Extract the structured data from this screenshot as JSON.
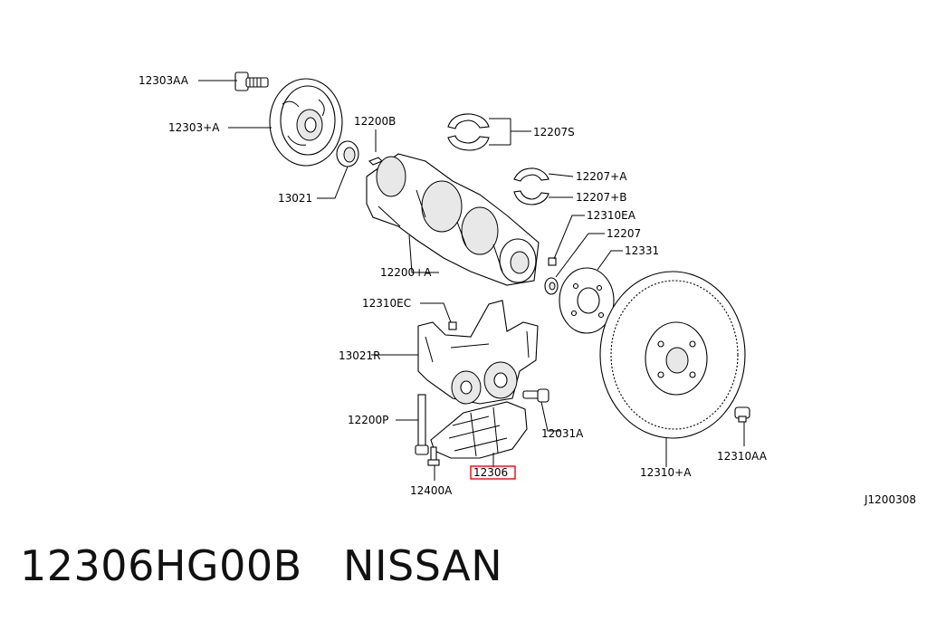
{
  "diagram": {
    "labels": {
      "l12303AA": "12303AA",
      "l12303A": "12303+A",
      "l12200B": "12200B",
      "l12207S": "12207S",
      "l12207A": "12207+A",
      "l12207B": "12207+B",
      "l13021": "13021",
      "l12310EA": "12310EA",
      "l12207": "12207",
      "l12331": "12331",
      "l12200A": "12200+A",
      "l12310EC": "12310EC",
      "l13021R": "13021R",
      "l12200P": "12200P",
      "l12031A": "12031A",
      "l12306": "12306",
      "l12400A": "12400A",
      "l12310A": "12310+A",
      "l12310AA": "12310AA"
    },
    "figure_code": "J1200308",
    "highlight_color": "#ff0000"
  },
  "caption": {
    "part_number": "12306HG00B",
    "brand": "NISSAN"
  }
}
